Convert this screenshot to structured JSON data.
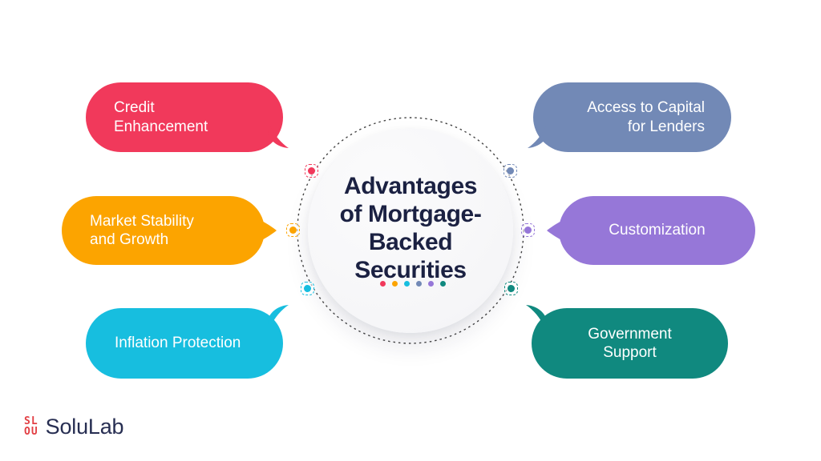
{
  "background": "#ffffff",
  "title": {
    "lines": [
      "Advantages",
      "of Mortgage-",
      "Backed",
      "Securities"
    ],
    "color": "#1b2142"
  },
  "center": {
    "ring_color": "#454545",
    "fill": "#f6f6f8"
  },
  "bubbles": {
    "text_color": "#ffffff",
    "items": [
      {
        "label": "Credit\nEnhancement",
        "color": "#f1395b"
      },
      {
        "label": "Market Stability\nand Growth",
        "color": "#fca400"
      },
      {
        "label": "Inflation Protection",
        "color": "#17bedf"
      },
      {
        "label": "Access to Capital\nfor Lenders",
        "color": "#7289b6"
      },
      {
        "label": "Customization",
        "color": "#9677d8"
      },
      {
        "label": "Government\nSupport",
        "color": "#10897f"
      }
    ]
  },
  "logo": {
    "mark_top": "SL",
    "mark_bottom": "OU",
    "mark_color": "#e23f44",
    "text": "SoluLab",
    "text_color": "#272e52"
  }
}
